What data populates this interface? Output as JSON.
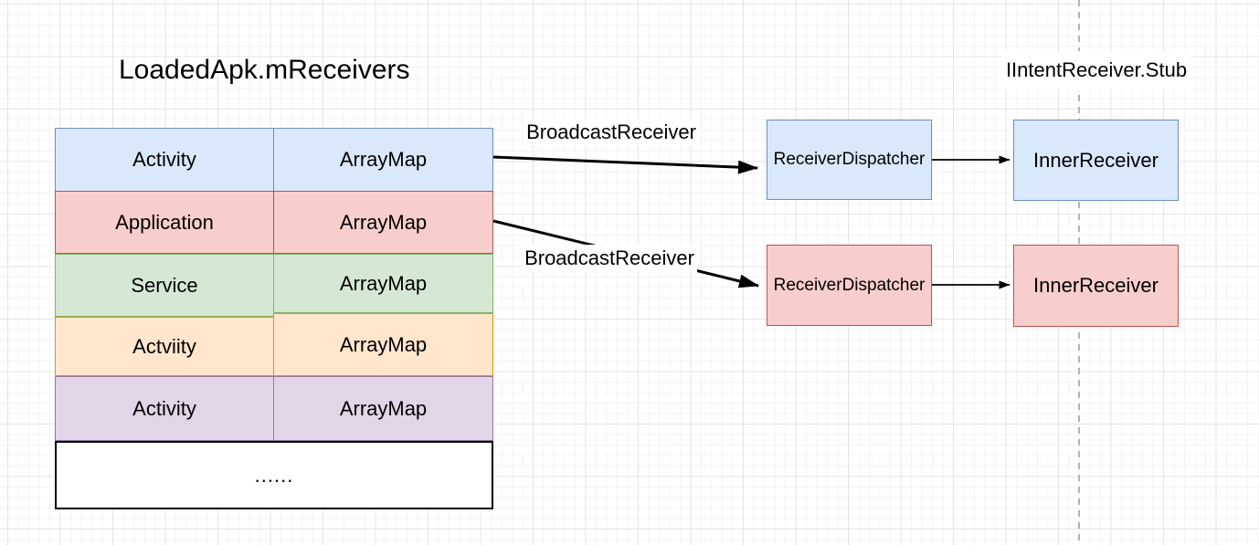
{
  "title": "LoadedApk.mReceivers",
  "stub_title": "IIntentReceiver.Stub",
  "colors": {
    "blue": {
      "fill": "#dae8fc",
      "stroke": "#6c8ebf"
    },
    "red": {
      "fill": "#f8cecc",
      "stroke": "#b85450"
    },
    "green": {
      "fill": "#d5e8d4",
      "stroke": "#82b366"
    },
    "orange": {
      "fill": "#ffe6cc",
      "stroke": "#d79b00"
    },
    "purple": {
      "fill": "#e1d5e7",
      "stroke": "#9673a6"
    },
    "plain": {
      "fill": "#ffffff",
      "stroke": "#000000"
    },
    "arrow": "#000000",
    "dashed_line": "#b3b3b3",
    "text": "#000000"
  },
  "table": {
    "rows": [
      {
        "left": "Activity",
        "right": "ArrayMap",
        "color": "blue"
      },
      {
        "left": "Application",
        "right": "ArrayMap",
        "color": "red"
      },
      {
        "left": "Service",
        "right": "ArrayMap",
        "color": "green"
      },
      {
        "left": "Actviity",
        "right": "ArrayMap",
        "color": "orange"
      },
      {
        "left": "Activity",
        "right": "ArrayMap",
        "color": "purple"
      }
    ],
    "ellipsis_row": "......"
  },
  "edges": {
    "label_top": "BroadcastReceiver",
    "label_bottom": "BroadcastReceiver"
  },
  "boxes": {
    "dispatcher_top": {
      "label": "ReceiverDispatcher",
      "color": "blue"
    },
    "dispatcher_bottom": {
      "label": "ReceiverDispatcher",
      "color": "red"
    },
    "inner_top": {
      "label": "InnerReceiver",
      "color": "blue"
    },
    "inner_bottom": {
      "label": "InnerReceiver",
      "color": "red"
    }
  }
}
